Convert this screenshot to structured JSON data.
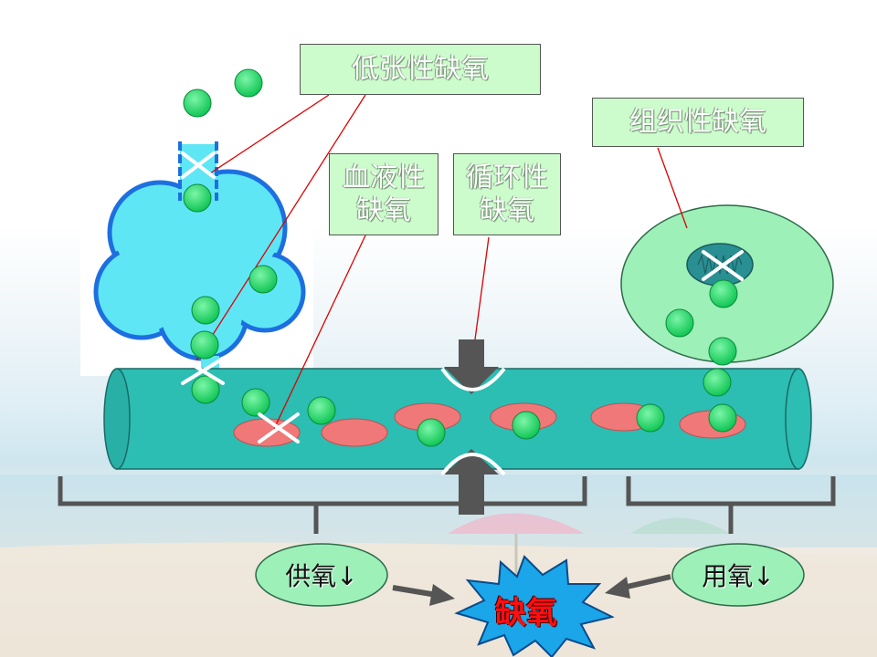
{
  "labels": {
    "hypotonic": "低张性缺氧",
    "histotoxic": "组织性缺氧",
    "hemic_line1": "血液性",
    "hemic_line2": "缺氧",
    "circulatory_line1": "循环性",
    "circulatory_line2": "缺氧"
  },
  "outcomes": {
    "supply": "供氧↓",
    "use": "用氧↓",
    "center": "缺氧"
  },
  "colors": {
    "label_bg": "#ccfccc",
    "vessel": "#2cbdb3",
    "rbc": "#f07878",
    "oxygen": "#22dd66",
    "lung": "#5fe6f5",
    "lung_outline": "#1d6fe0",
    "cell": "#9cf0b8",
    "burst": "#1aa6e8",
    "center_text": "#ff1010",
    "leader_line": "#dd0000"
  },
  "icons": [
    "lung-icon",
    "blood-vessel-icon",
    "red-blood-cell-icon",
    "oxygen-molecule-icon",
    "mitochondrion-icon",
    "cross-mark-icon",
    "arrow-icon",
    "burst-star-icon"
  ]
}
